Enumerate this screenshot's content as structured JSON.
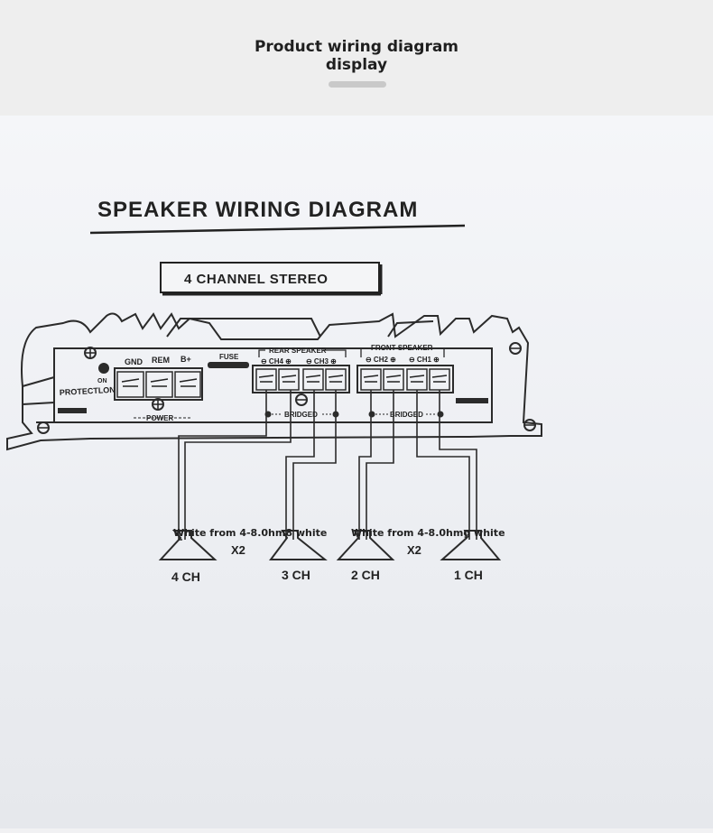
{
  "header": {
    "title_line1": "Product wiring diagram",
    "title_line2": "display"
  },
  "diagram": {
    "title": "SPEAKER WIRING DIAGRAM",
    "mode_label": "4 CHANNEL STEREO",
    "amplifier": {
      "protection_label": "PROTECTLON",
      "on_label": "ON",
      "power_terminals": [
        "GND",
        "REM",
        "B+"
      ],
      "power_label": "POWER",
      "fuse_label": "FUSE",
      "rear_speaker_label": "REAR SPEAKER",
      "front_speaker_label": "FRONT SPEAKER",
      "rear_channel_marks": [
        "⊖ CH4 ⊕",
        "⊖ CH3 ⊕"
      ],
      "front_channel_marks": [
        "⊖ CH2 ⊕",
        "⊖ CH1 ⊕"
      ],
      "bridged_label": "BRIDGED"
    },
    "speakers": [
      {
        "label": "4 CH"
      },
      {
        "label": "3 CH"
      },
      {
        "label": "2 CH"
      },
      {
        "label": "1 CH"
      }
    ],
    "multipliers": [
      "X2",
      "X2"
    ],
    "captions": [
      "White from 4-8.0hm8 white",
      "White from 4-8.0hmg white"
    ]
  }
}
